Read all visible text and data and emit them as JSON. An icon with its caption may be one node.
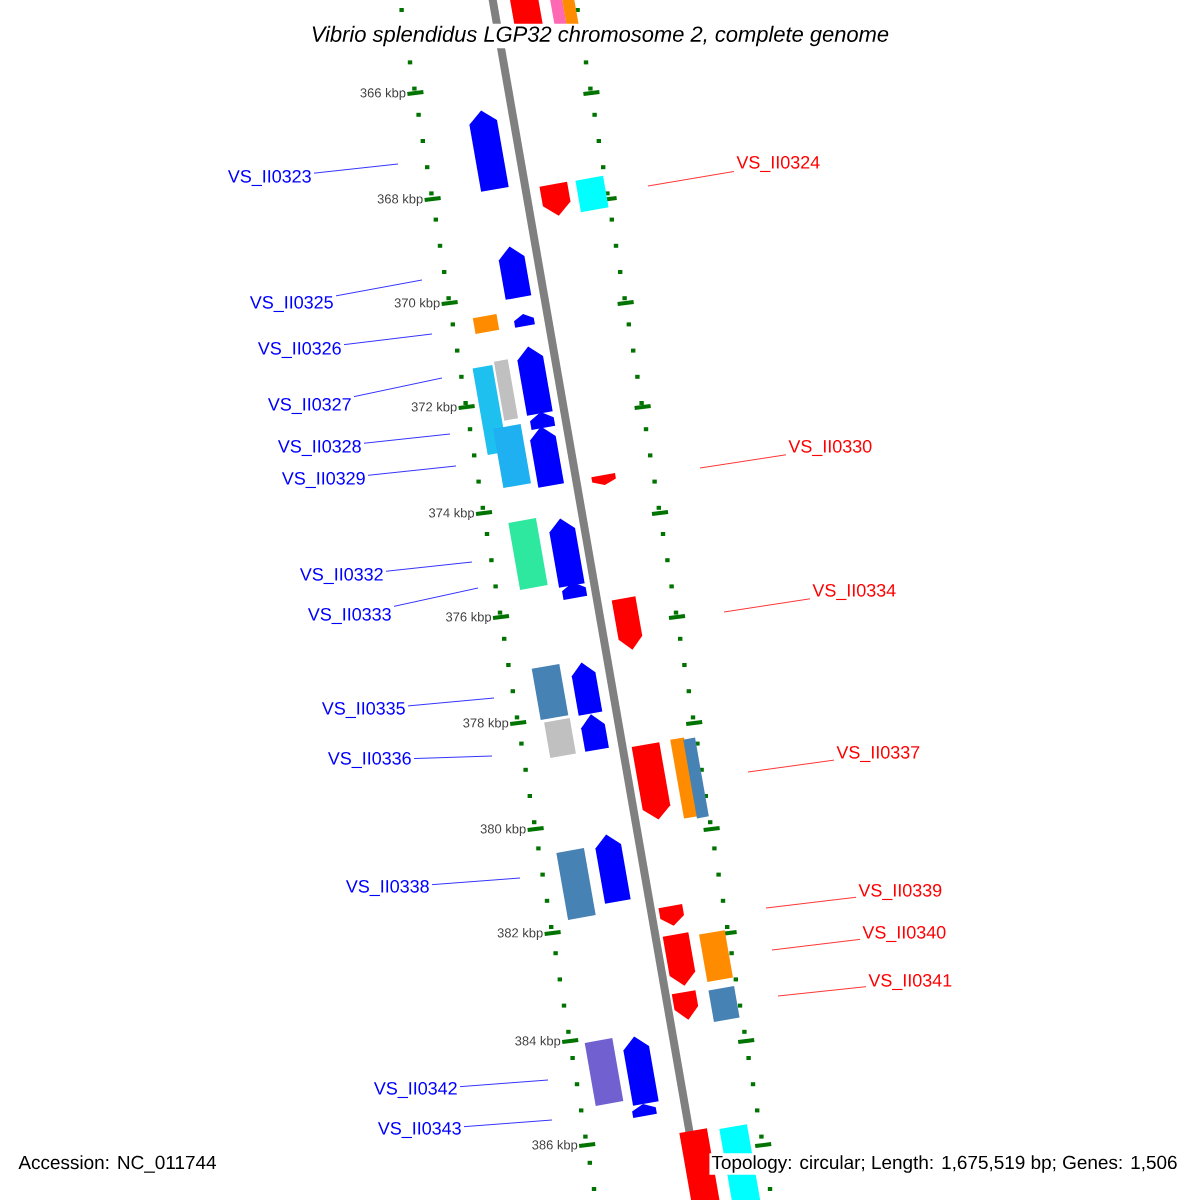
{
  "diagram": {
    "title": "Vibrio splendidus LGP32 chromosome 2, complete genome",
    "nodes": [
      {
        "text": [
          "VS_II0323"
        ]
      },
      {
        "text": [
          "VS_II0324"
        ]
      },
      {
        "text": [
          "VS_II0325"
        ]
      },
      {
        "text": [
          "VS_II0326"
        ]
      },
      {
        "text": [
          "VS_II0327"
        ]
      },
      {
        "text": [
          "VS_II0328"
        ]
      },
      {
        "text": [
          "VS_II0329"
        ]
      },
      {
        "text": [
          "VS_II0330"
        ]
      },
      {
        "text": [
          "VS_II0332"
        ]
      },
      {
        "text": [
          "VS_II0333"
        ]
      },
      {
        "text": [
          "VS_II0334"
        ]
      },
      {
        "text": [
          "VS_II0335"
        ]
      },
      {
        "text": [
          "VS_II0336"
        ]
      },
      {
        "text": [
          "VS_II0337"
        ]
      },
      {
        "text": [
          "VS_II0338"
        ]
      },
      {
        "text": [
          "VS_II0339"
        ]
      },
      {
        "text": [
          "VS_II0340"
        ]
      },
      {
        "text": [
          "VS_II0341"
        ]
      },
      {
        "text": [
          "VS_II0342"
        ]
      },
      {
        "text": [
          "VS_II0343"
        ]
      }
    ],
    "edges": [
      {
        "from": 0,
        "to": null,
        "arrow": "none"
      },
      {
        "from": 1,
        "to": null,
        "arrow": "none",
        "color": "#ff0000"
      },
      {
        "from": 2,
        "to": null,
        "arrow": "none"
      },
      {
        "from": 3,
        "to": null,
        "arrow": "none"
      },
      {
        "from": 4,
        "to": null,
        "arrow": "none"
      },
      {
        "from": 5,
        "to": null,
        "arrow": "none"
      },
      {
        "from": 6,
        "to": null,
        "arrow": "none"
      },
      {
        "from": 7,
        "to": null,
        "arrow": "none",
        "color": "#ff0000"
      },
      {
        "from": 8,
        "to": null,
        "arrow": "none"
      },
      {
        "from": 9,
        "to": null,
        "arrow": "none"
      },
      {
        "from": 10,
        "to": null,
        "arrow": "none",
        "color": "#ff0000"
      },
      {
        "from": 11,
        "to": null,
        "arrow": "none"
      },
      {
        "from": 12,
        "to": null,
        "arrow": "none"
      },
      {
        "from": 13,
        "to": null,
        "arrow": "none",
        "color": "#ff0000"
      },
      {
        "from": 14,
        "to": null,
        "arrow": "none"
      },
      {
        "from": 15,
        "to": null,
        "arrow": "none",
        "color": "#ff0000"
      },
      {
        "from": 16,
        "to": null,
        "arrow": "none",
        "color": "#ff0000"
      },
      {
        "from": 17,
        "to": null,
        "arrow": "none",
        "color": "#ff0000"
      },
      {
        "from": 18,
        "to": null,
        "arrow": "none"
      },
      {
        "from": 19,
        "to": null,
        "arrow": "none"
      }
    ],
    "labels": [
      "366 kbp",
      "368 kbp",
      "370 kbp",
      "372 kbp",
      "374 kbp",
      "376 kbp",
      "378 kbp",
      "380 kbp",
      "382 kbp",
      "384 kbp",
      "386 kbp",
      "Accession: NC_011744",
      "Topology: circular; Length: 1,675,519 bp; Genes: 1,506"
    ]
  }
}
